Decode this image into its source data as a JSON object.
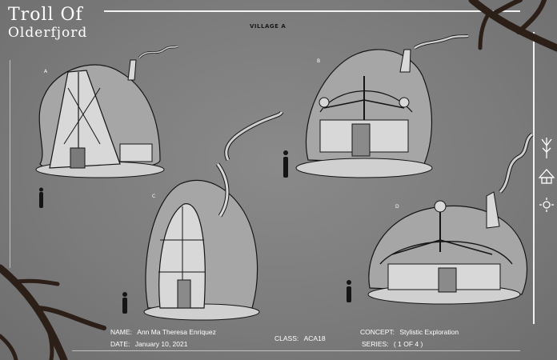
{
  "title": {
    "line1": "Troll Of",
    "line2": "Olderfjord"
  },
  "village_label": "VILLAGE A",
  "houses": [
    {
      "letter": "A"
    },
    {
      "letter": "B"
    },
    {
      "letter": "C"
    },
    {
      "letter": "D"
    }
  ],
  "info": {
    "name_label": "NAME:",
    "name_value": "Ann Ma Theresa Enriquez",
    "date_label": "DATE:",
    "date_value": "January  10, 2021",
    "class_label": "CLASS:",
    "class_value": "ACA18",
    "concept_label": "CONCEPT:",
    "concept_value": "Stylistic Exploration",
    "series_label": "SERIES:",
    "series_value": "(  1 OF  4  )"
  },
  "colors": {
    "background": "#7b7b7b",
    "roof": "#a6a6a6",
    "wood": "#d8d8d8",
    "ink": "#151515",
    "antler": "#2b1f18",
    "frame": "#f2f2f2"
  },
  "icons": [
    "branch-icon",
    "hut-icon",
    "sun-symbol-icon"
  ]
}
